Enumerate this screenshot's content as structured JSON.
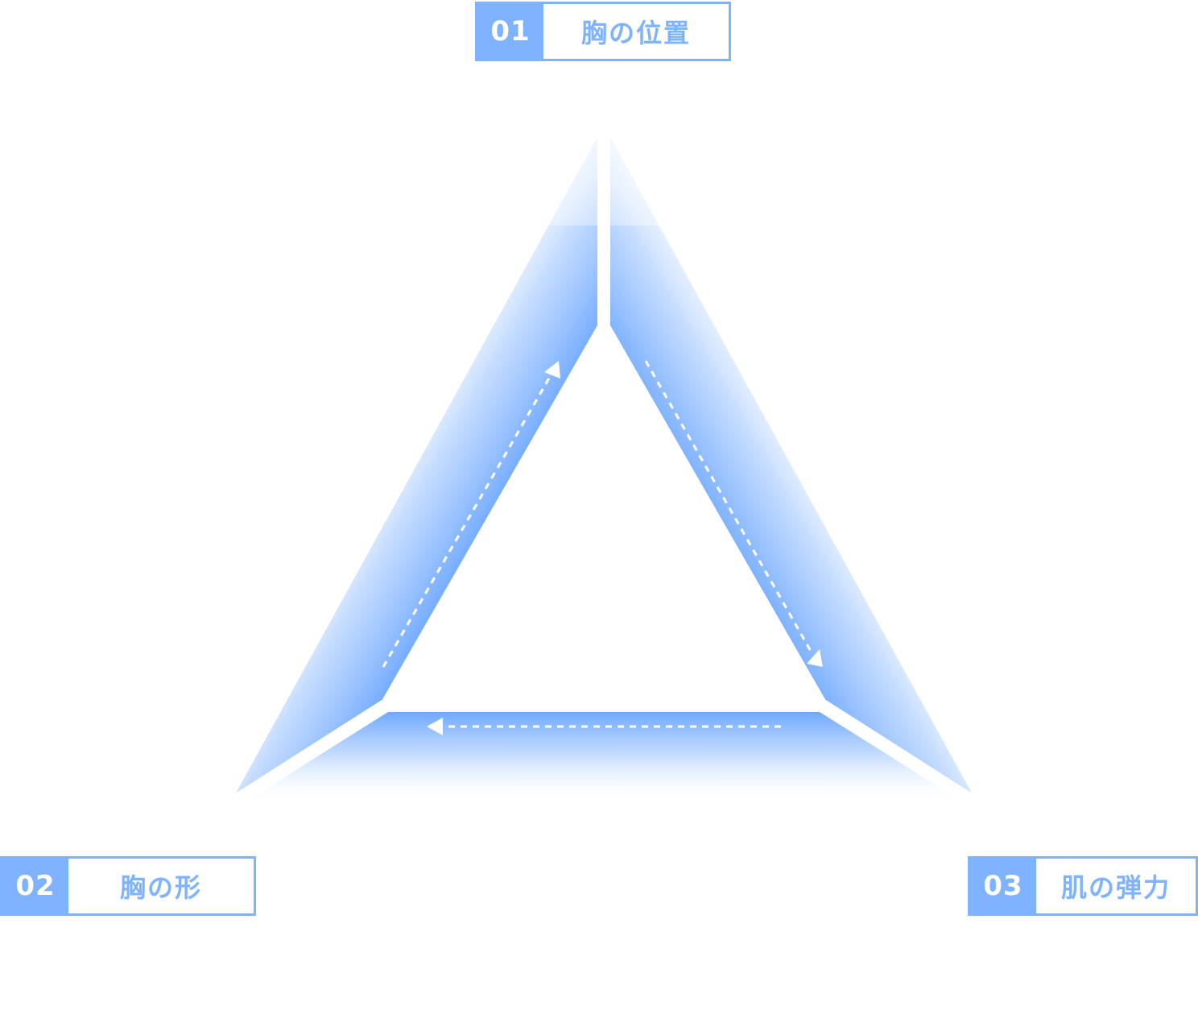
{
  "colors": {
    "accent": "#80b3ff",
    "glow": "#6fa8ff",
    "background": "#ffffff",
    "arrow": "#ffffff"
  },
  "nodes": [
    {
      "number": "01",
      "label": "胸の位置"
    },
    {
      "number": "02",
      "label": "胸の形"
    },
    {
      "number": "03",
      "label": "肌の弾力"
    }
  ],
  "cycle": {
    "direction": "01 → 03 → 02 → 01",
    "arrow_style": "dashed"
  }
}
